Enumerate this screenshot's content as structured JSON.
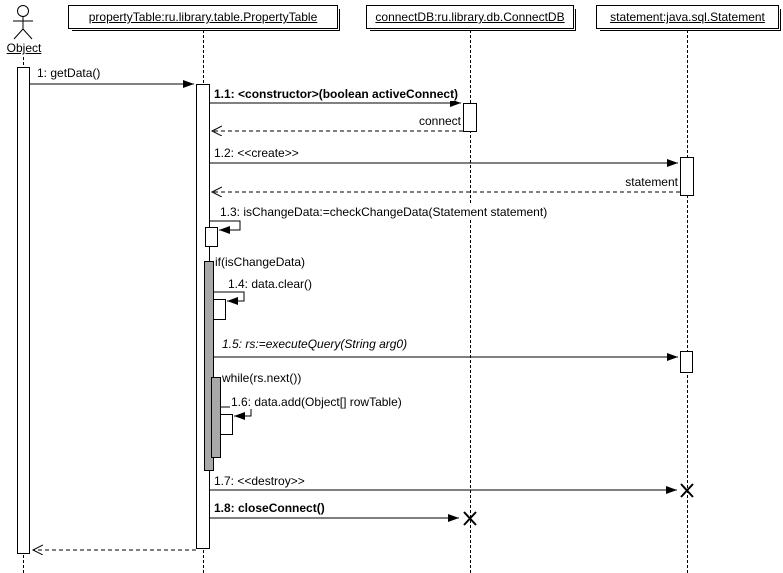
{
  "diagram": {
    "type": "uml-sequence",
    "actor": {
      "label": "Object"
    },
    "lifelines": {
      "propertyTable": {
        "label": "propertyTable:ru.library.table.PropertyTable"
      },
      "connectDB": {
        "label": "connectDB:ru.library.db.ConnectDB"
      },
      "statement": {
        "label": "statement:java.sql.Statement"
      }
    },
    "messages": {
      "getData": {
        "label": "1: getData()"
      },
      "constructor": {
        "label": "1.1: <constructor>(boolean activeConnect)"
      },
      "connectReturn": {
        "label": "connect"
      },
      "create": {
        "label": "1.2: <<create>>"
      },
      "statementReturn": {
        "label": "statement"
      },
      "checkChangeData": {
        "label": "1.3: isChangeData:=checkChangeData(Statement statement)"
      },
      "ifGuard": {
        "label": "if(isChangeData)"
      },
      "dataClear": {
        "label": "1.4: data.clear()"
      },
      "executeQuery": {
        "label": "1.5: rs:=executeQuery(String arg0)"
      },
      "whileGuard": {
        "label": "while(rs.next())"
      },
      "dataAdd": {
        "label": "1.6: data.add(Object[] rowTable)"
      },
      "destroy": {
        "label": "1.7: <<destroy>>"
      },
      "closeConnect": {
        "label": "1.8: closeConnect()"
      }
    },
    "colors": {
      "line": "#000000",
      "activation_fill": "#ffffff",
      "nested_block_fill": "#a8a8a8",
      "background": "#ffffff"
    }
  }
}
